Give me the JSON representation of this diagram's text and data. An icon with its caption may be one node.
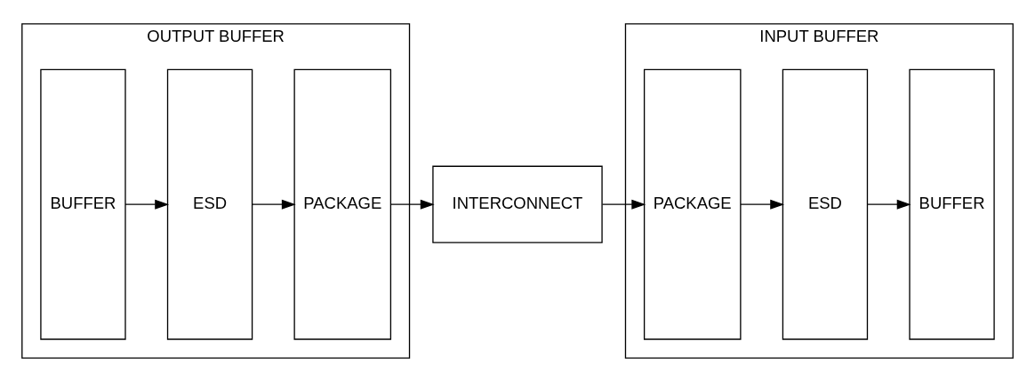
{
  "diagram": {
    "nodes": [
      {
        "text": [
          "OUTPUT BUFFER"
        ]
      },
      {
        "text": [
          "BUFFER"
        ],
        "in": 0
      },
      {
        "text": [
          "ESD"
        ],
        "in": 0
      },
      {
        "text": [
          "PACKAGE"
        ],
        "in": 0
      },
      {
        "text": [
          "INTERCONNECT"
        ]
      },
      {
        "text": [
          "INPUT BUFFER"
        ]
      },
      {
        "text": [
          "PACKAGE"
        ],
        "in": 5
      },
      {
        "text": [
          "ESD"
        ],
        "in": 5
      },
      {
        "text": [
          "BUFFER"
        ],
        "in": 5
      }
    ],
    "edges": [
      {
        "from": 1,
        "to": 2,
        "arrow": "to"
      },
      {
        "from": 2,
        "to": 3,
        "arrow": "to"
      },
      {
        "from": 3,
        "to": 4,
        "arrow": "to"
      },
      {
        "from": 4,
        "to": 6,
        "arrow": "to"
      },
      {
        "from": 6,
        "to": 7,
        "arrow": "to"
      },
      {
        "from": 7,
        "to": 8,
        "arrow": "to"
      }
    ]
  }
}
